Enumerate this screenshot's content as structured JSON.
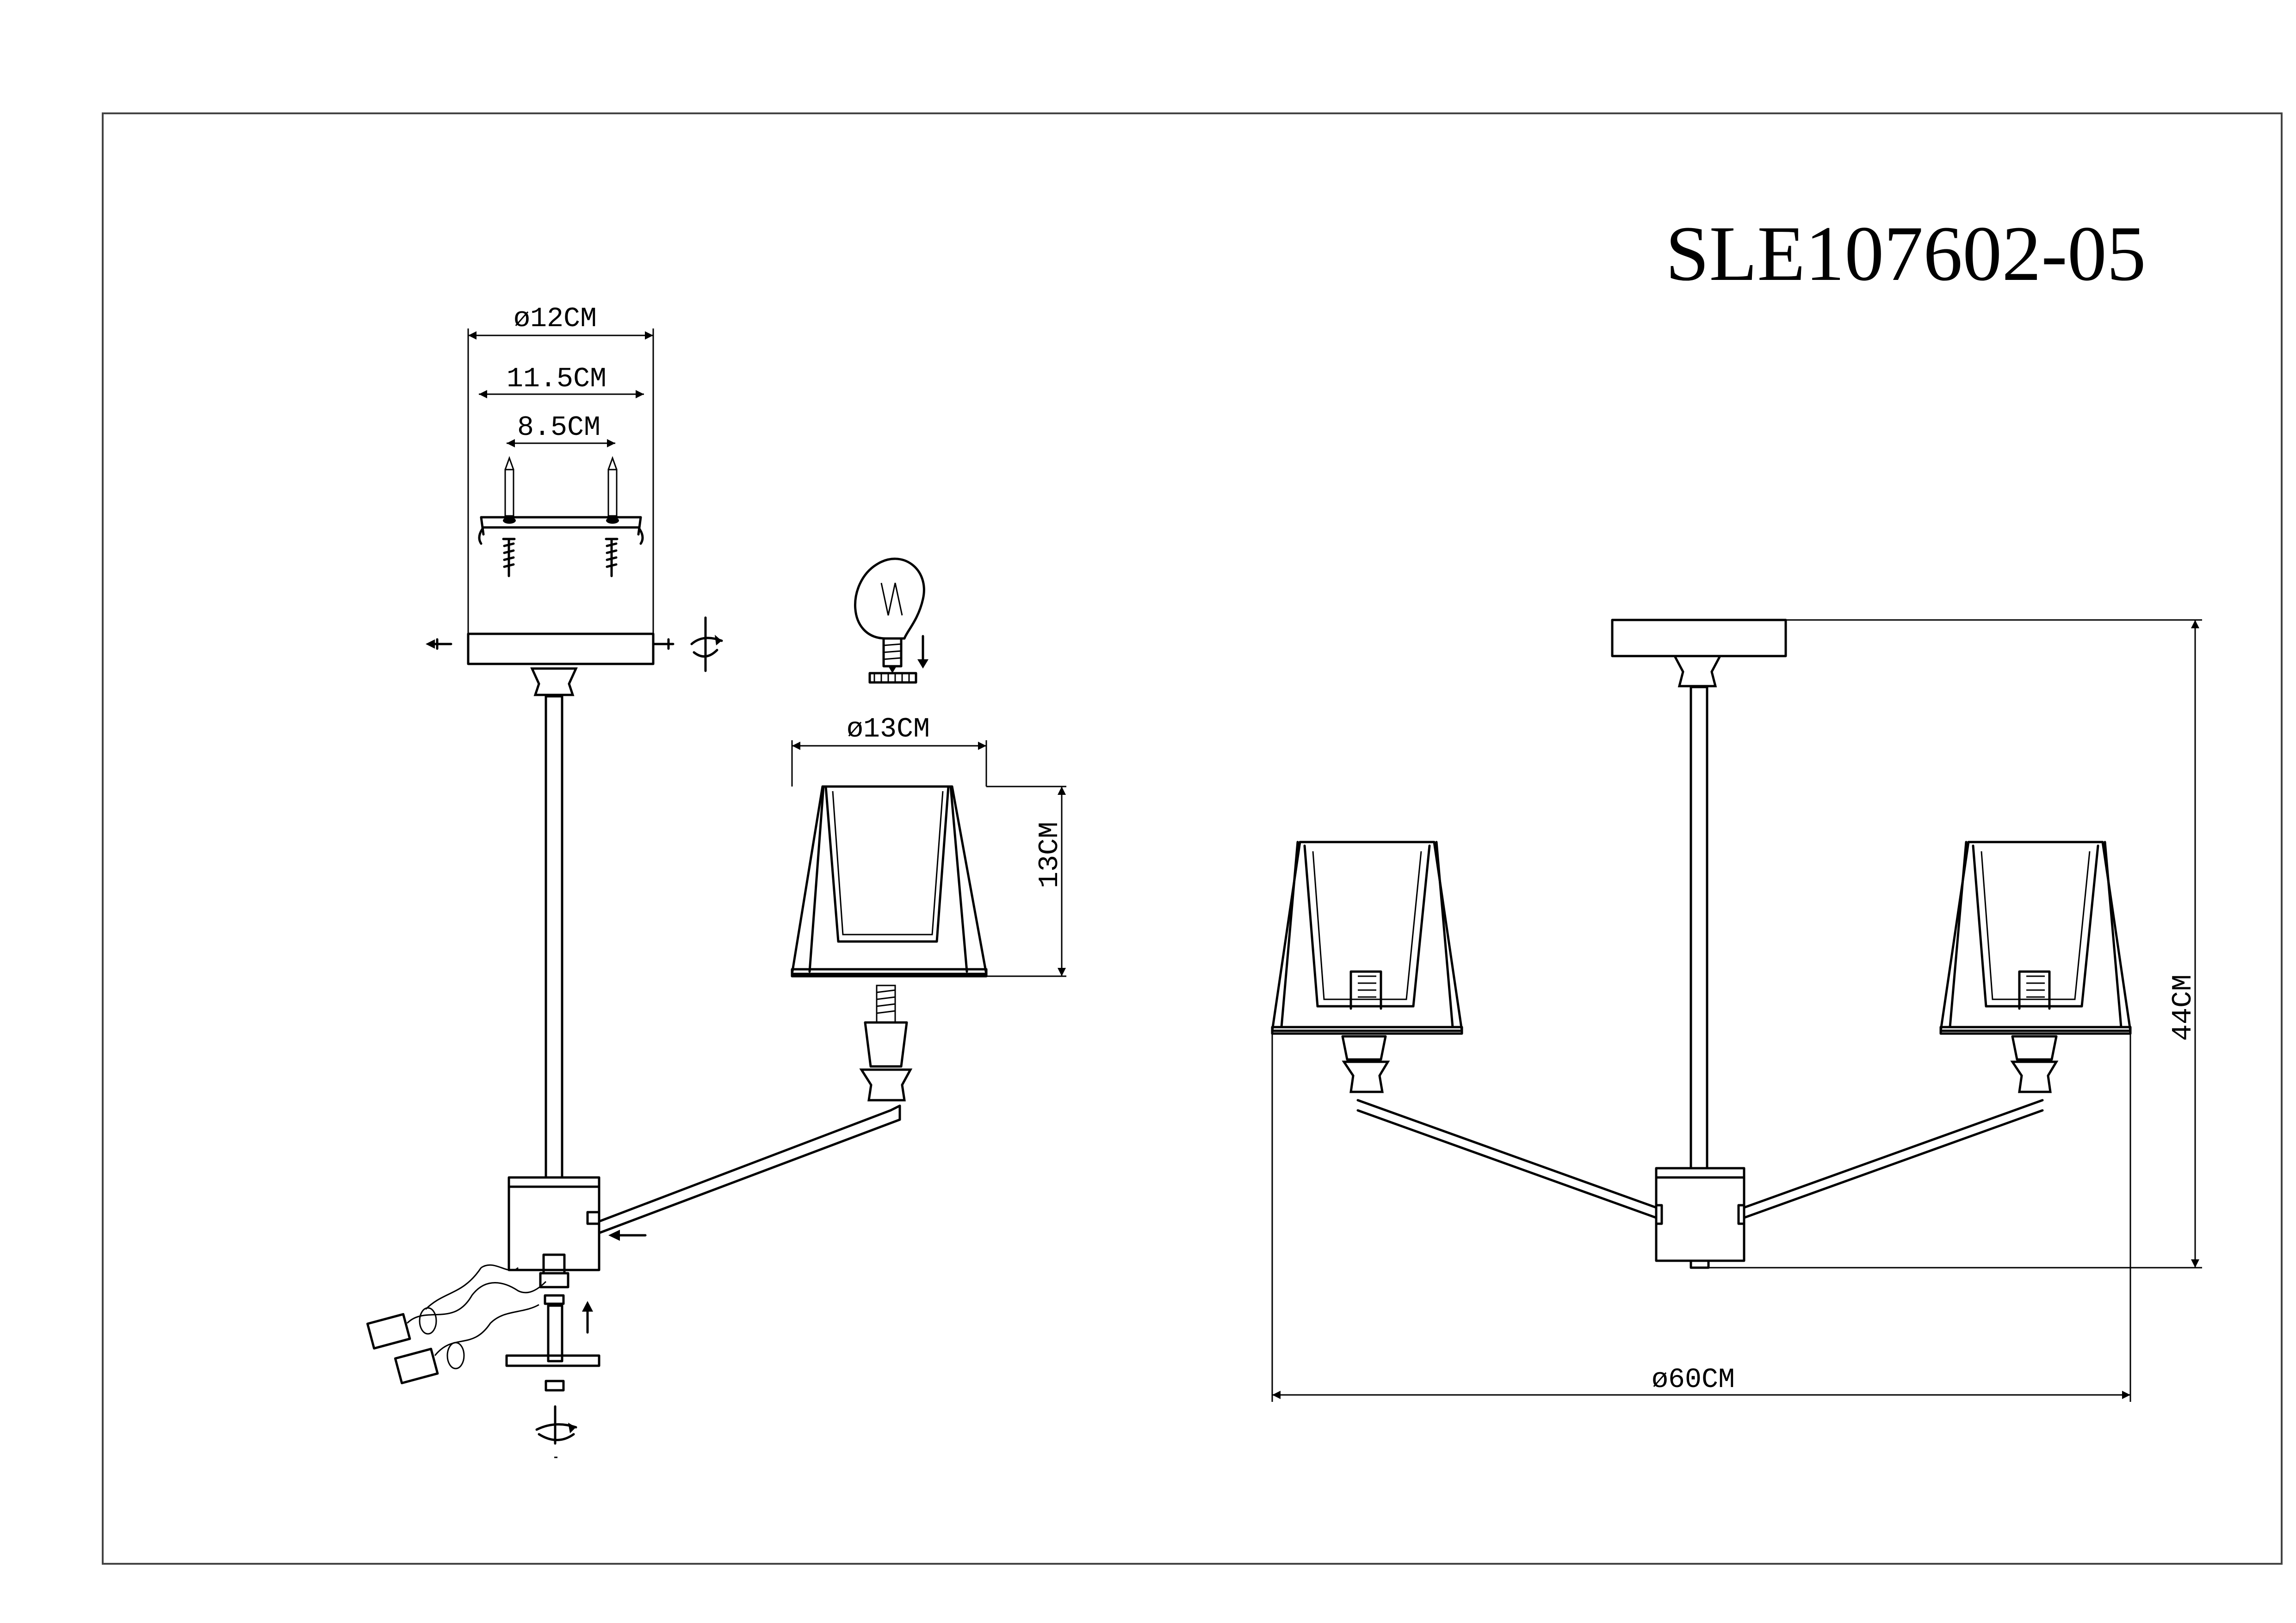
{
  "title": "SLE107602-05",
  "dimensions": {
    "canopy_diameter": "ø12CM",
    "bracket_width": "11.5CM",
    "screw_spacing": "8.5CM",
    "shade_diameter": "ø13CM",
    "shade_height": "13CM",
    "total_height": "44CM",
    "total_diameter": "ø60CM"
  },
  "icons": {
    "bulb": "light-bulb-icon",
    "rotate": "rotate-arrow-icon",
    "direction": "arrow-icon"
  }
}
